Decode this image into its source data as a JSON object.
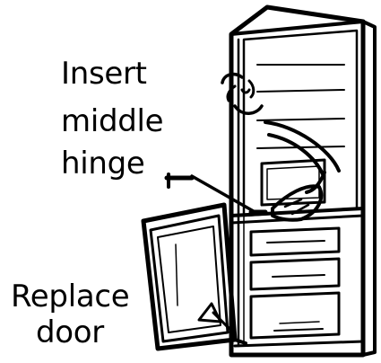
{
  "labels": {
    "insert": "Insert",
    "middle": "middle",
    "hinge": "hinge",
    "replace": "Replace",
    "door": "door"
  }
}
